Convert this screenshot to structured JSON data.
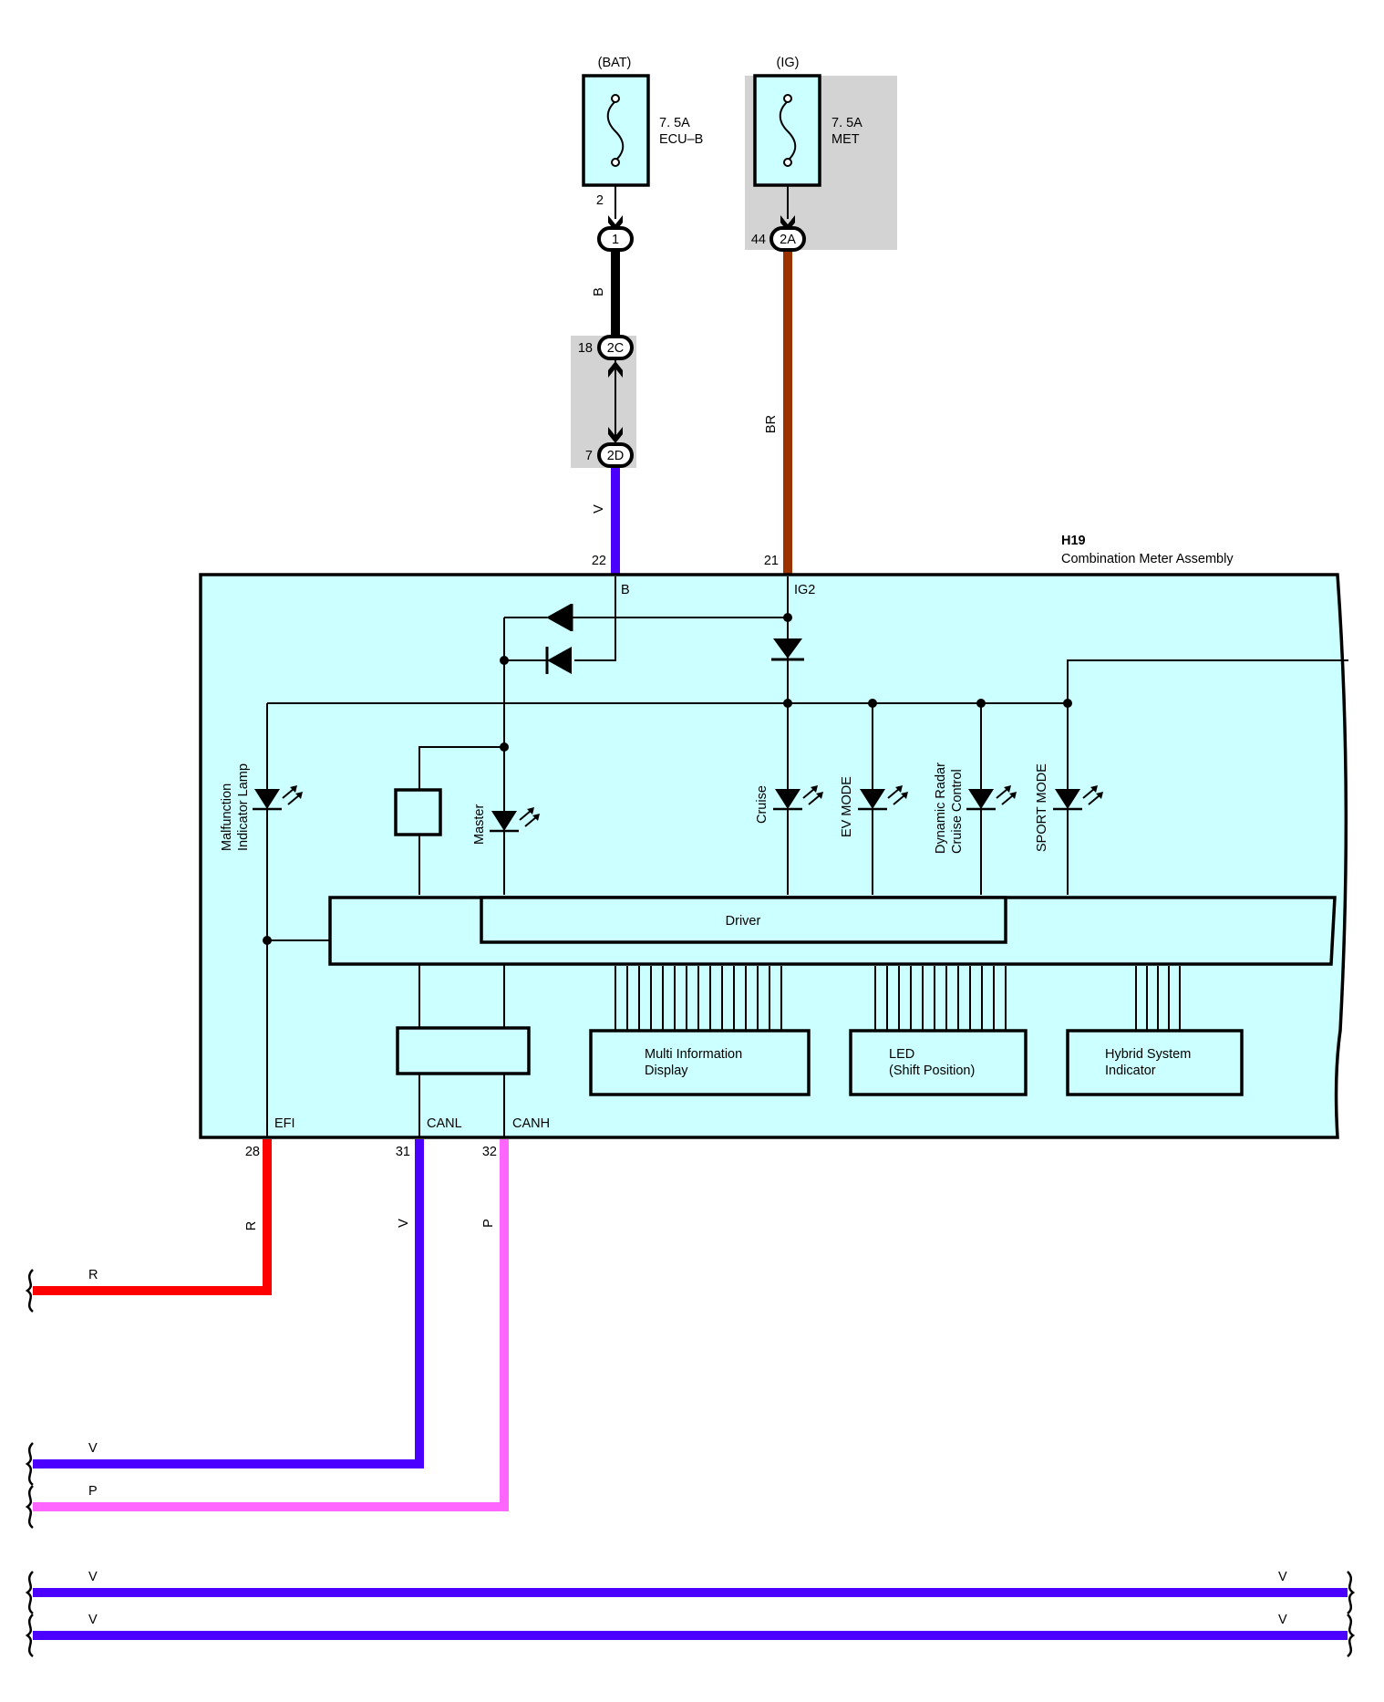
{
  "colors": {
    "wire_B": "#000000",
    "wire_V": "#4b00ff",
    "wire_BR": "#9a3300",
    "wire_R": "#ff0000",
    "wire_P": "#ff66ff",
    "assembly_fill": "#ccffff",
    "shaded_fill": "#d3d3d3"
  },
  "fuses": {
    "bat": {
      "source": "(BAT)",
      "rating": "7. 5A",
      "name": "ECU–B",
      "pin": "2"
    },
    "ig": {
      "source": "(IG)",
      "rating": "7. 5A",
      "name": "MET"
    }
  },
  "connectors": {
    "c1": {
      "id": "1"
    },
    "c2A": {
      "id": "2A",
      "pin": "44"
    },
    "c2C": {
      "id": "2C",
      "pin": "18"
    },
    "c2D": {
      "id": "2D",
      "pin": "7"
    }
  },
  "wire_labels": {
    "top_b": "B",
    "top_br": "BR",
    "top_v": "V",
    "r": "R",
    "v": "V",
    "p": "P"
  },
  "assembly": {
    "code": "H19",
    "name": "Combination Meter Assembly",
    "pins": {
      "b": {
        "num": "22",
        "name": "B"
      },
      "ig2": {
        "num": "21",
        "name": "IG2"
      },
      "efi": {
        "num": "28",
        "name": "EFI"
      },
      "canl": {
        "num": "31",
        "name": "CANL"
      },
      "canh": {
        "num": "32",
        "name": "CANH"
      }
    },
    "indicators": {
      "malfunction": [
        "Malfunction",
        "Indicator Lamp"
      ],
      "master": "Master",
      "cruise": "Cruise",
      "ev_mode": "EV MODE",
      "radar": [
        "Dynamic Radar",
        "Cruise Control"
      ],
      "sport_mode": "SPORT MODE"
    },
    "driver": "Driver",
    "mid": [
      "Multi Information",
      "Display"
    ],
    "led": [
      "LED",
      "(Shift Position)"
    ],
    "hsi": [
      "Hybrid System",
      "Indicator"
    ]
  },
  "bottom": {
    "r": "R",
    "v1": "V",
    "p": "P",
    "v2_left": "V",
    "v2_right": "V",
    "v3_left": "V",
    "v3_right": "V"
  }
}
